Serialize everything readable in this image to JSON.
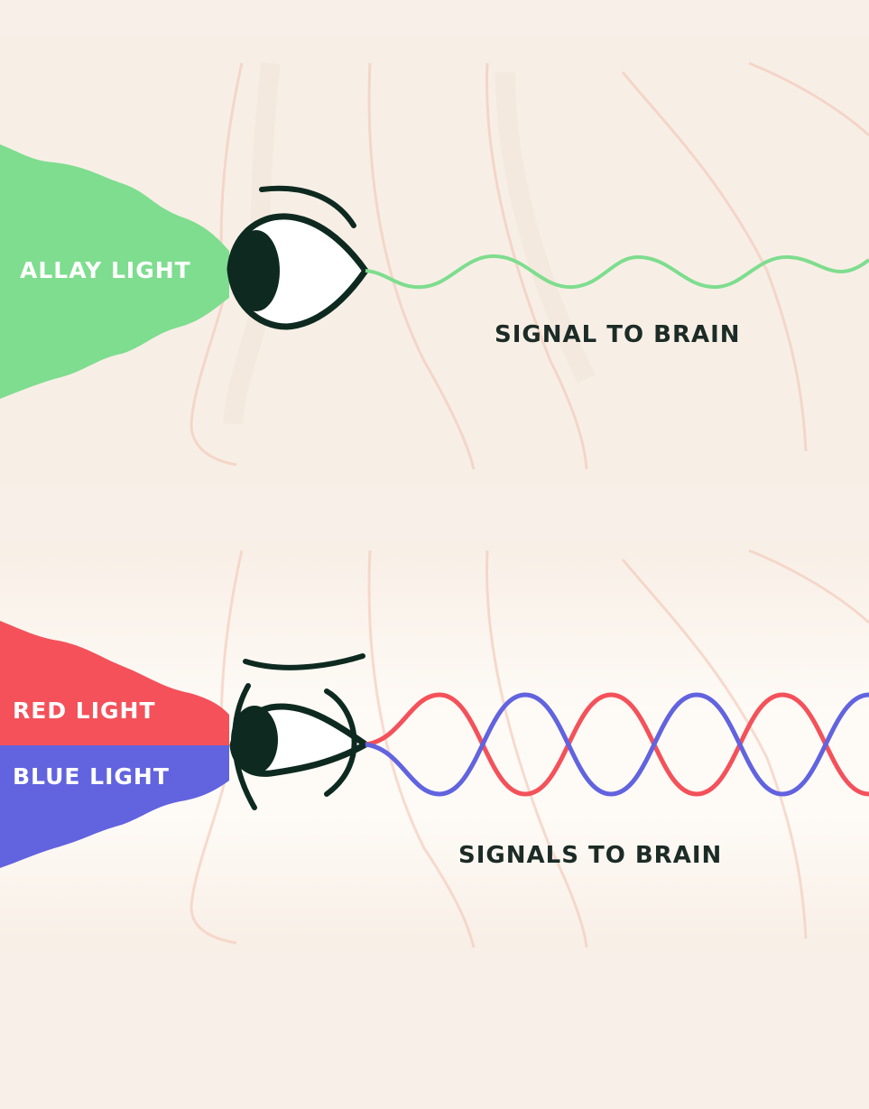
{
  "panels": [
    {
      "id": "allay",
      "light_labels": [
        "ALLAY LIGHT"
      ],
      "signal_label": "SIGNAL TO BRAIN"
    },
    {
      "id": "red-blue",
      "light_labels": [
        "RED LIGHT",
        "BLUE LIGHT"
      ],
      "signal_label": "SIGNALS TO BRAIN"
    }
  ],
  "colors": {
    "background": "#f8f0e8",
    "allay_light": "#7edd8e",
    "red_light": "#f4515a",
    "blue_light": "#6263df",
    "eye_outline": "#0e2a20",
    "face_sketch": "#f3c9b8",
    "label_dark": "#1c2b26"
  }
}
